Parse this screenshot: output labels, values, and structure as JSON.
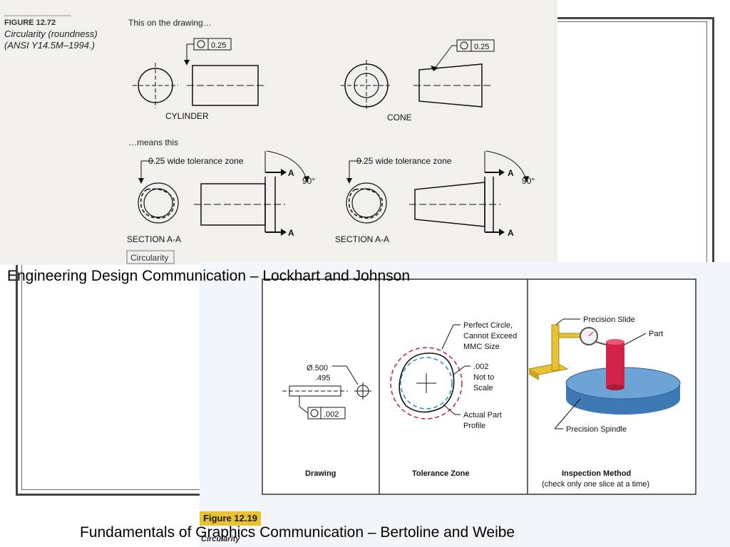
{
  "slide": {
    "caption_top": "Engineering Design Communication – Lockhart and Johnson",
    "caption_bottom": "Fundamentals of Graphics Communication – Bertoline and Weibe"
  },
  "figure_a": {
    "number": "FIGURE 12.72",
    "title": "Circularity (roundness)",
    "standard": "(ANSI Y14.5M–1994.)",
    "header_drawing": "This on the drawing…",
    "header_means": "…means this",
    "tolerance_value": "0.25",
    "cylinder_label": "CYLINDER",
    "cone_label": "CONE",
    "zone_label": "0.25 wide tolerance zone",
    "angle_label": "90°",
    "arrow_letter": "A",
    "section_label": "SECTION A-A",
    "box_caption": "Circularity"
  },
  "figure_b": {
    "panels": {
      "drawing": "Drawing",
      "tolerance_zone": "Tolerance Zone",
      "inspection_method": "Inspection Method",
      "inspection_note": "(check only one slice at a time)"
    },
    "dim_upper": "Ø.500",
    "dim_lower": ".495",
    "tolerance_value": ".002",
    "perfect_circle": [
      "Perfect Circle,",
      "Cannot Exceed",
      "MMC Size"
    ],
    "zone_note": [
      ".002",
      "Not to",
      "Scale"
    ],
    "actual_profile": [
      "Actual Part",
      "Profile"
    ],
    "precision_slide": "Precision Slide",
    "part": "Part",
    "precision_spindle": "Precision Spindle",
    "figure_label": "Figure 12.19",
    "figure_subtitle": "Circularity"
  },
  "colors": {
    "zone_magenta": "#c2185b",
    "zone_cyan": "#1e90c8",
    "spindle_blue": "#5b93cc",
    "part_red": "#d2234a",
    "slide_yellow": "#e8c232"
  }
}
